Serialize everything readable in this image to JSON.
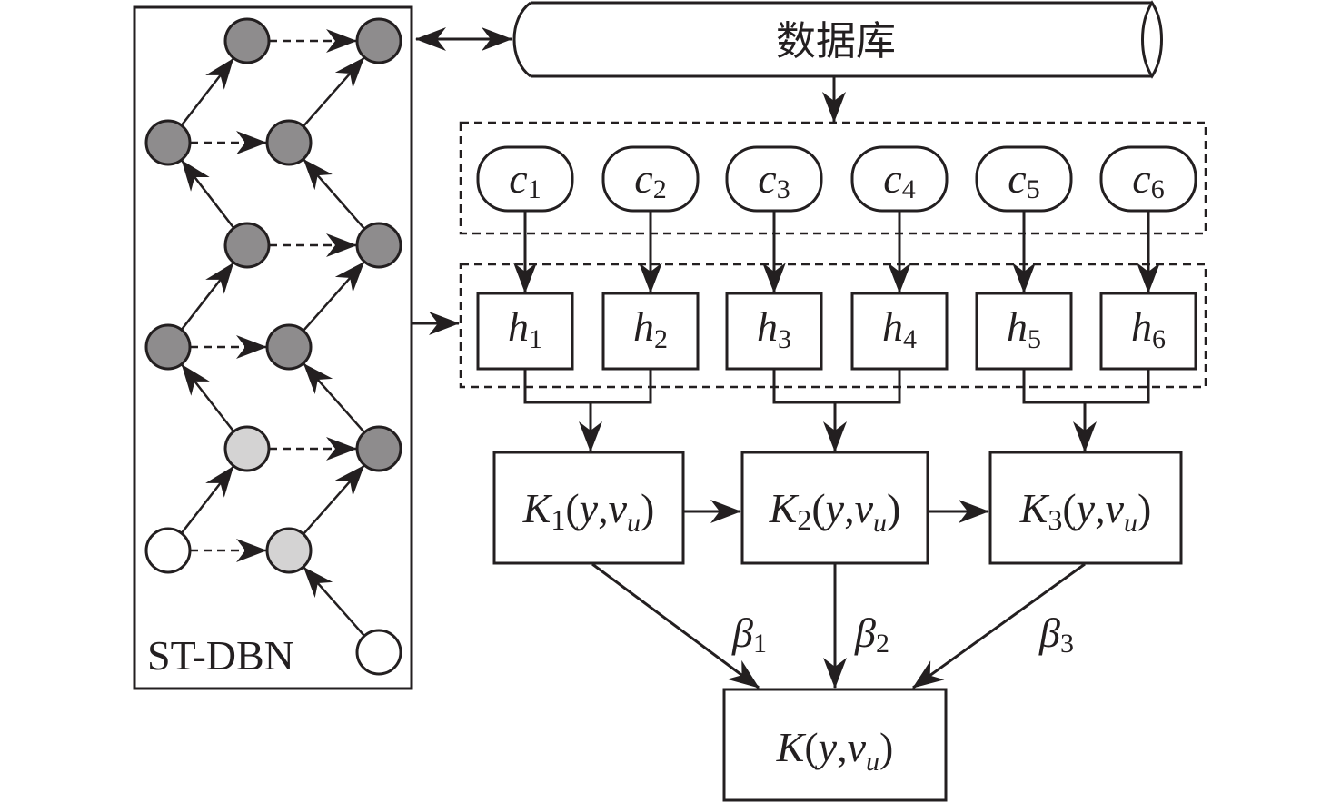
{
  "diagram": {
    "stdbn": {
      "label": "ST-DBN",
      "colors": {
        "dark": "#8e8c8d",
        "light": "#d4d3d3",
        "white": "#ffffff",
        "stroke": "#231f20"
      },
      "nodes": [
        {
          "id": "n1",
          "col": 2,
          "row": 0,
          "state": "dark"
        },
        {
          "id": "n2",
          "col": 4,
          "row": 0,
          "state": "dark"
        },
        {
          "id": "n3",
          "col": 1,
          "row": 1,
          "state": "dark"
        },
        {
          "id": "n4",
          "col": 3,
          "row": 1,
          "state": "dark"
        },
        {
          "id": "n5",
          "col": 2,
          "row": 2,
          "state": "dark"
        },
        {
          "id": "n6",
          "col": 4,
          "row": 2,
          "state": "dark"
        },
        {
          "id": "n7",
          "col": 1,
          "row": 3,
          "state": "dark"
        },
        {
          "id": "n8",
          "col": 3,
          "row": 3,
          "state": "dark"
        },
        {
          "id": "n9",
          "col": 2,
          "row": 4,
          "state": "light"
        },
        {
          "id": "n10",
          "col": 4,
          "row": 4,
          "state": "dark"
        },
        {
          "id": "n11",
          "col": 1,
          "row": 5,
          "state": "white"
        },
        {
          "id": "n12",
          "col": 3,
          "row": 5,
          "state": "light"
        },
        {
          "id": "n13",
          "col": 4,
          "row": 6,
          "state": "white"
        }
      ],
      "edges": [
        {
          "from": "n1",
          "to": "n2",
          "style": "dashed"
        },
        {
          "from": "n3",
          "to": "n4",
          "style": "dashed"
        },
        {
          "from": "n5",
          "to": "n6",
          "style": "dashed"
        },
        {
          "from": "n7",
          "to": "n8",
          "style": "dashed"
        },
        {
          "from": "n9",
          "to": "n10",
          "style": "dashed"
        },
        {
          "from": "n11",
          "to": "n12",
          "style": "dashed"
        },
        {
          "from": "n3",
          "to": "n1",
          "style": "solid"
        },
        {
          "from": "n5",
          "to": "n3",
          "style": "solid"
        },
        {
          "from": "n7",
          "to": "n5",
          "style": "solid"
        },
        {
          "from": "n9",
          "to": "n7",
          "style": "solid"
        },
        {
          "from": "n11",
          "to": "n9",
          "style": "solid"
        },
        {
          "from": "n4",
          "to": "n2",
          "style": "solid"
        },
        {
          "from": "n6",
          "to": "n4",
          "style": "solid"
        },
        {
          "from": "n8",
          "to": "n6",
          "style": "solid"
        },
        {
          "from": "n10",
          "to": "n8",
          "style": "solid"
        },
        {
          "from": "n12",
          "to": "n10",
          "style": "solid"
        },
        {
          "from": "n13",
          "to": "n12",
          "style": "solid"
        }
      ]
    },
    "database": {
      "label": "数据库"
    },
    "c_nodes": [
      {
        "base": "c",
        "sub": "1"
      },
      {
        "base": "c",
        "sub": "2"
      },
      {
        "base": "c",
        "sub": "3"
      },
      {
        "base": "c",
        "sub": "4"
      },
      {
        "base": "c",
        "sub": "5"
      },
      {
        "base": "c",
        "sub": "6"
      }
    ],
    "h_nodes": [
      {
        "base": "h",
        "sub": "1"
      },
      {
        "base": "h",
        "sub": "2"
      },
      {
        "base": "h",
        "sub": "3"
      },
      {
        "base": "h",
        "sub": "4"
      },
      {
        "base": "h",
        "sub": "5"
      },
      {
        "base": "h",
        "sub": "6"
      }
    ],
    "k_nodes": [
      {
        "K": "K",
        "sub": "1",
        "args_open": "(",
        "y": "y",
        ",": ",",
        "v": "v",
        "vsub": "u",
        "close": ")"
      },
      {
        "K": "K",
        "sub": "2",
        "args_open": "(",
        "y": "y",
        ",": ",",
        "v": "v",
        "vsub": "u",
        "close": ")"
      },
      {
        "K": "K",
        "sub": "3",
        "args_open": "(",
        "y": "y",
        ",": ",",
        "v": "v",
        "vsub": "u",
        "close": ")"
      }
    ],
    "k_final": {
      "K": "K",
      "args_open": "(",
      "y": "y",
      ",": ",",
      "v": "v",
      "vsub": "u",
      "close": ")"
    },
    "weights": [
      {
        "base": "β",
        "sub": "1"
      },
      {
        "base": "β",
        "sub": "2"
      },
      {
        "base": "β",
        "sub": "3"
      }
    ]
  }
}
